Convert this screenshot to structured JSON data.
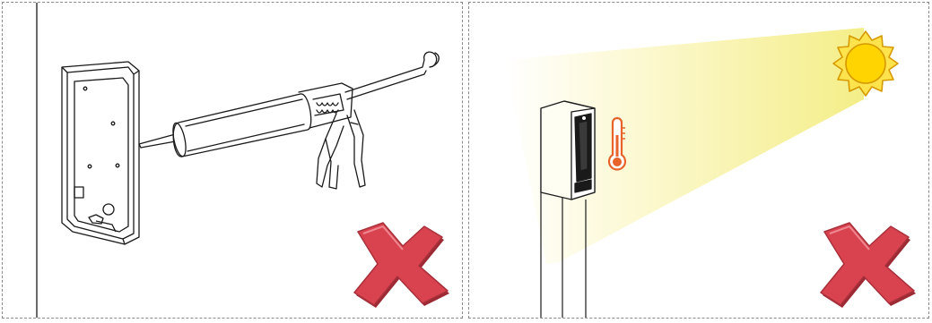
{
  "panels": [
    {
      "scene": "sealant-gun-applied-to-mounting-box",
      "verdict": "incorrect",
      "mark_icon": "red-x-icon"
    },
    {
      "scene": "device-exposed-to-direct-sunlight",
      "verdict": "incorrect",
      "mark_icon": "red-x-icon",
      "extra_icons": [
        "sun-icon",
        "thermometer-icon"
      ]
    }
  ],
  "colors": {
    "outline": "#1a1a1a",
    "cross_fill": "#d9434f",
    "cross_dark": "#9c2a35",
    "sun_fill": "#ffd400",
    "sun_stroke": "#e6a800",
    "beam": "#f4ee8a",
    "thermometer": "#e8622a"
  }
}
